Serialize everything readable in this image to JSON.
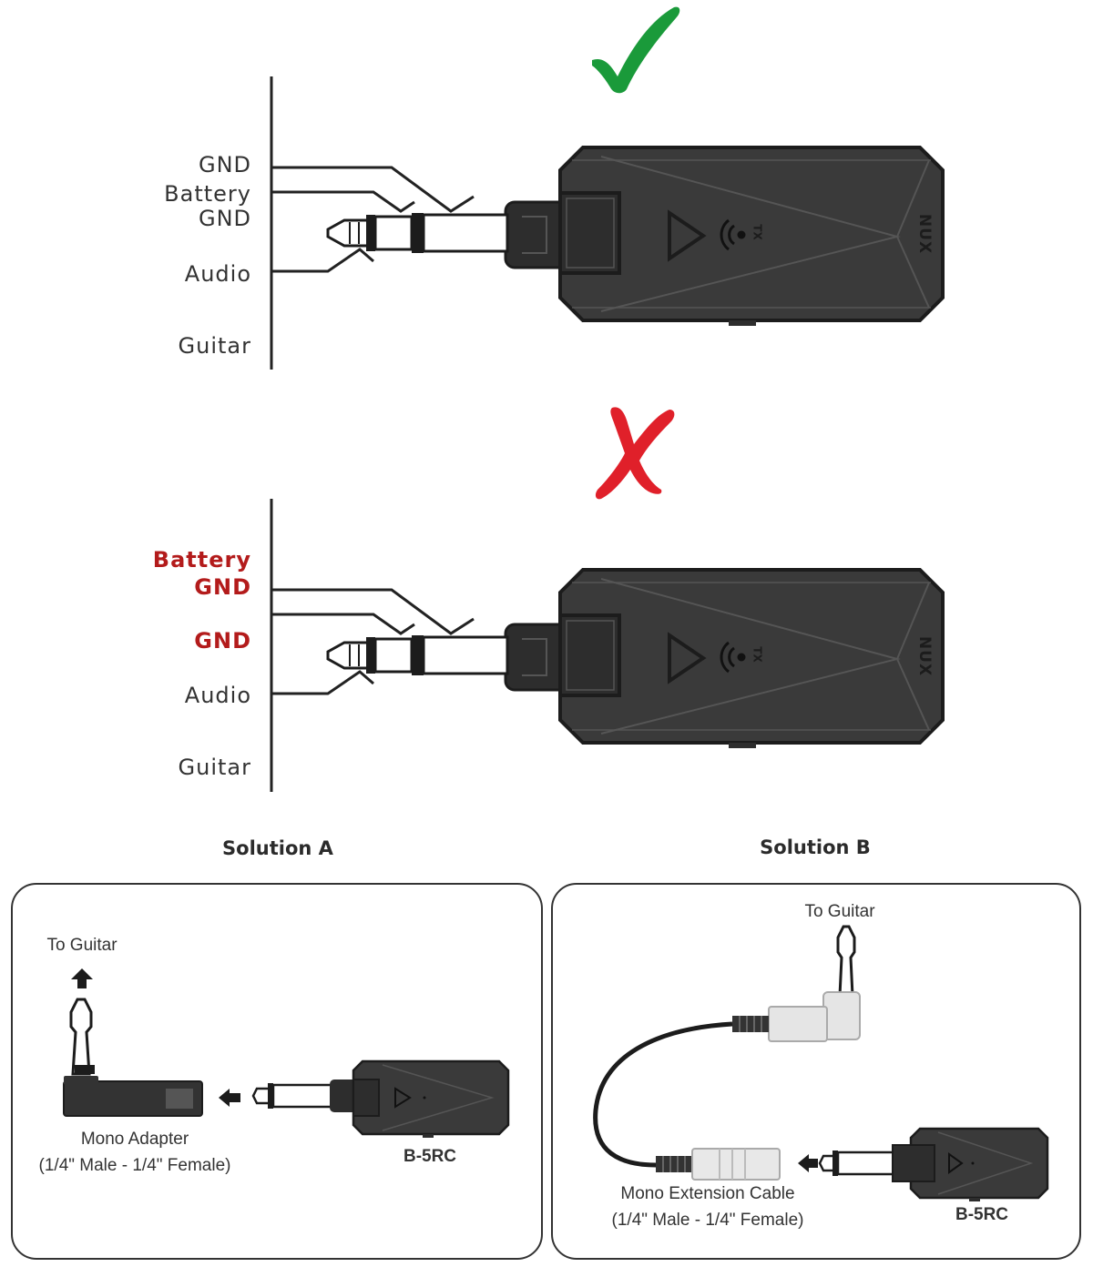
{
  "correct_diagram": {
    "status_icon": "checkmark-icon",
    "status_color": "#1a9a3a",
    "labels": [
      "GND",
      "Battery",
      "GND",
      "Audio",
      "Guitar"
    ],
    "device_brand": "NUX",
    "device_mark": "TX"
  },
  "incorrect_diagram": {
    "status_icon": "cross-icon",
    "status_color": "#e0202a",
    "labels": [
      "Battery",
      "GND",
      "GND",
      "Audio",
      "Guitar"
    ],
    "device_brand": "NUX",
    "device_mark": "TX"
  },
  "solution_a": {
    "title": "Solution A",
    "to_guitar": "To Guitar",
    "adapter_name": "Mono Adapter",
    "adapter_spec": "(1/4\" Male - 1/4\" Female)",
    "device_name": "B-5RC"
  },
  "solution_b": {
    "title": "Solution B",
    "to_guitar": "To Guitar",
    "cable_name": "Mono Extension Cable",
    "cable_spec": "(1/4\" Male - 1/4\" Female)",
    "device_name": "B-5RC"
  }
}
